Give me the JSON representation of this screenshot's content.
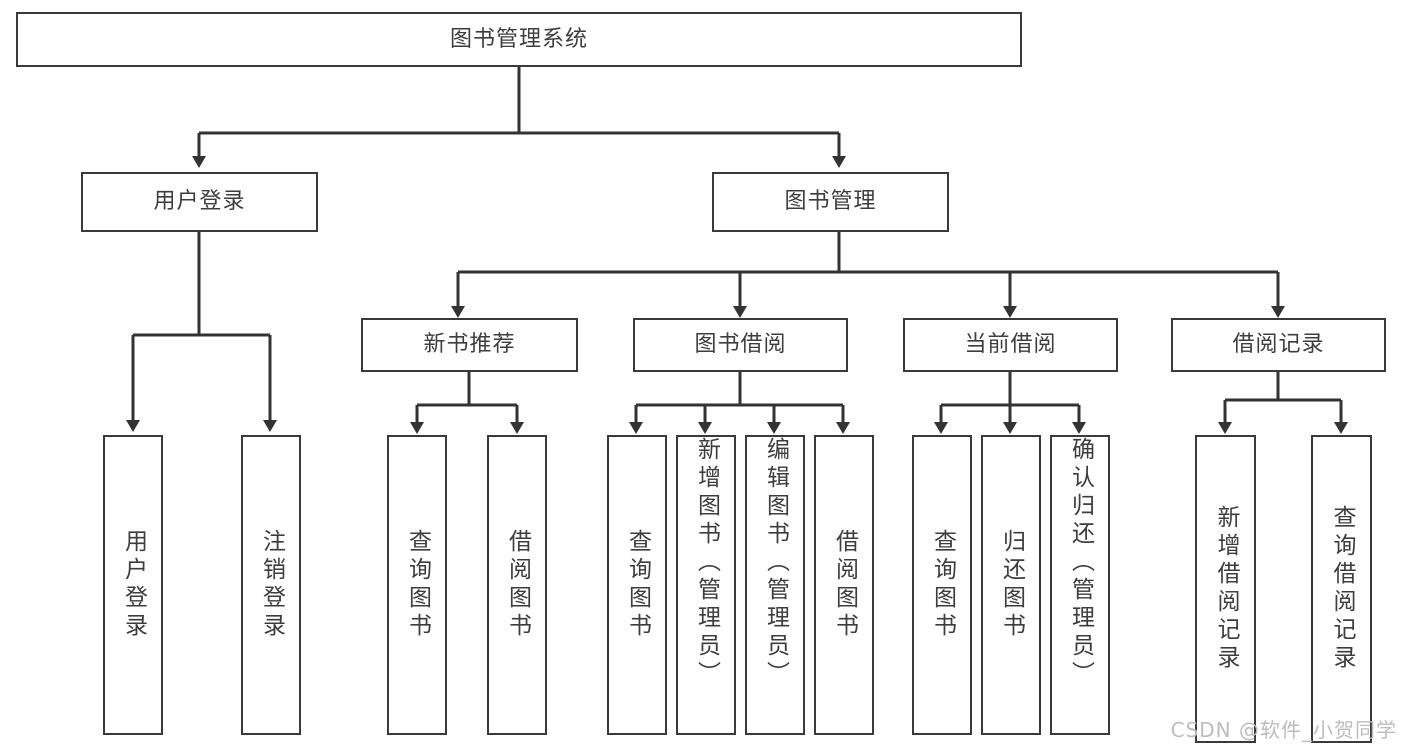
{
  "diagram": {
    "type": "tree-hierarchy",
    "title": "图书管理系统",
    "watermark": "CSDN @软件_小贺同学",
    "colors": {
      "background": "#ffffff",
      "box_border": "#3a3a3a",
      "box_fill": "#ffffff",
      "text": "#3d3d3d",
      "connector": "#333333",
      "watermark": "#bdbdbd"
    },
    "levels": {
      "level1": [
        {
          "id": "root",
          "label": "图书管理系统"
        }
      ],
      "level2": [
        {
          "id": "user-login",
          "label": "用户登录"
        },
        {
          "id": "book-manage",
          "label": "图书管理"
        }
      ],
      "level3": [
        {
          "id": "new-book-rec",
          "label": "新书推荐"
        },
        {
          "id": "book-borrow",
          "label": "图书借阅"
        },
        {
          "id": "current-borrow",
          "label": "当前借阅"
        },
        {
          "id": "borrow-record",
          "label": "借阅记录"
        }
      ],
      "leaves": [
        {
          "id": "leaf-user-login",
          "label": "用户登录",
          "parent": "user-login"
        },
        {
          "id": "leaf-logout",
          "label": "注销登录",
          "parent": "user-login"
        },
        {
          "id": "leaf-query-book-1",
          "label": "查询图书",
          "parent": "new-book-rec"
        },
        {
          "id": "leaf-borrow-book-1",
          "label": "借阅图书",
          "parent": "new-book-rec"
        },
        {
          "id": "leaf-query-book-2",
          "label": "查询图书",
          "parent": "book-borrow"
        },
        {
          "id": "leaf-add-book",
          "label": "新增图书（管理员）",
          "parent": "book-borrow"
        },
        {
          "id": "leaf-edit-book",
          "label": "编辑图书（管理员）",
          "parent": "book-borrow"
        },
        {
          "id": "leaf-borrow-book-2",
          "label": "借阅图书",
          "parent": "book-borrow"
        },
        {
          "id": "leaf-query-book-3",
          "label": "查询图书",
          "parent": "current-borrow"
        },
        {
          "id": "leaf-return-book",
          "label": "归还图书",
          "parent": "current-borrow"
        },
        {
          "id": "leaf-confirm-return",
          "label": "确认归还（管理员）",
          "parent": "current-borrow"
        },
        {
          "id": "leaf-add-record",
          "label": "新增借阅记录",
          "parent": "borrow-record"
        },
        {
          "id": "leaf-query-record",
          "label": "查询借阅记录",
          "parent": "borrow-record"
        }
      ]
    },
    "edges": [
      {
        "from": "root",
        "to": "user-login"
      },
      {
        "from": "root",
        "to": "book-manage"
      },
      {
        "from": "user-login",
        "to": "leaf-user-login"
      },
      {
        "from": "user-login",
        "to": "leaf-logout"
      },
      {
        "from": "book-manage",
        "to": "new-book-rec"
      },
      {
        "from": "book-manage",
        "to": "book-borrow"
      },
      {
        "from": "book-manage",
        "to": "current-borrow"
      },
      {
        "from": "book-manage",
        "to": "borrow-record"
      },
      {
        "from": "new-book-rec",
        "to": "leaf-query-book-1"
      },
      {
        "from": "new-book-rec",
        "to": "leaf-borrow-book-1"
      },
      {
        "from": "book-borrow",
        "to": "leaf-query-book-2"
      },
      {
        "from": "book-borrow",
        "to": "leaf-add-book"
      },
      {
        "from": "book-borrow",
        "to": "leaf-edit-book"
      },
      {
        "from": "book-borrow",
        "to": "leaf-borrow-book-2"
      },
      {
        "from": "current-borrow",
        "to": "leaf-query-book-3"
      },
      {
        "from": "current-borrow",
        "to": "leaf-return-book"
      },
      {
        "from": "current-borrow",
        "to": "leaf-confirm-return"
      },
      {
        "from": "borrow-record",
        "to": "leaf-add-record"
      },
      {
        "from": "borrow-record",
        "to": "leaf-query-record"
      }
    ]
  }
}
